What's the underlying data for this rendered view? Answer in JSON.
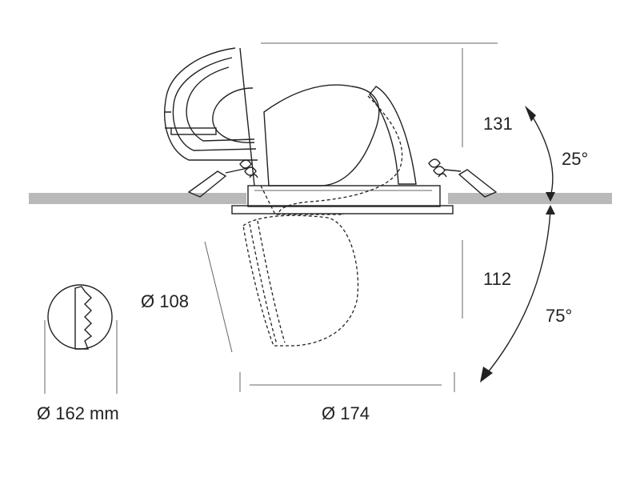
{
  "dimensions": {
    "height_above": "131",
    "height_below": "112",
    "tilt_up": "25°",
    "tilt_down": "75°",
    "lamp_diameter": "Ø 108",
    "cutout_diameter": "Ø 162 mm",
    "flange_diameter": "Ø 174"
  },
  "colors": {
    "ceiling": "#b9b9b9",
    "line": "#222222"
  }
}
